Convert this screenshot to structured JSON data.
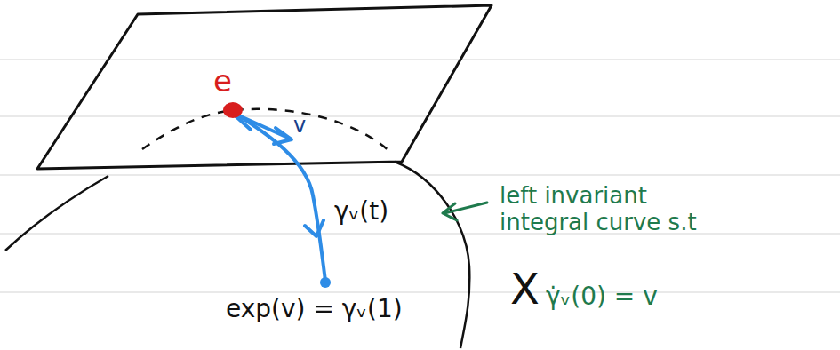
{
  "diagram": {
    "labels": [
      "e",
      "v",
      "γᵥ(t)",
      "left invariant integral curve s.t",
      "γ̇ᵥ(0) = v",
      "exp(v) = γᵥ(1)",
      "X"
    ]
  }
}
